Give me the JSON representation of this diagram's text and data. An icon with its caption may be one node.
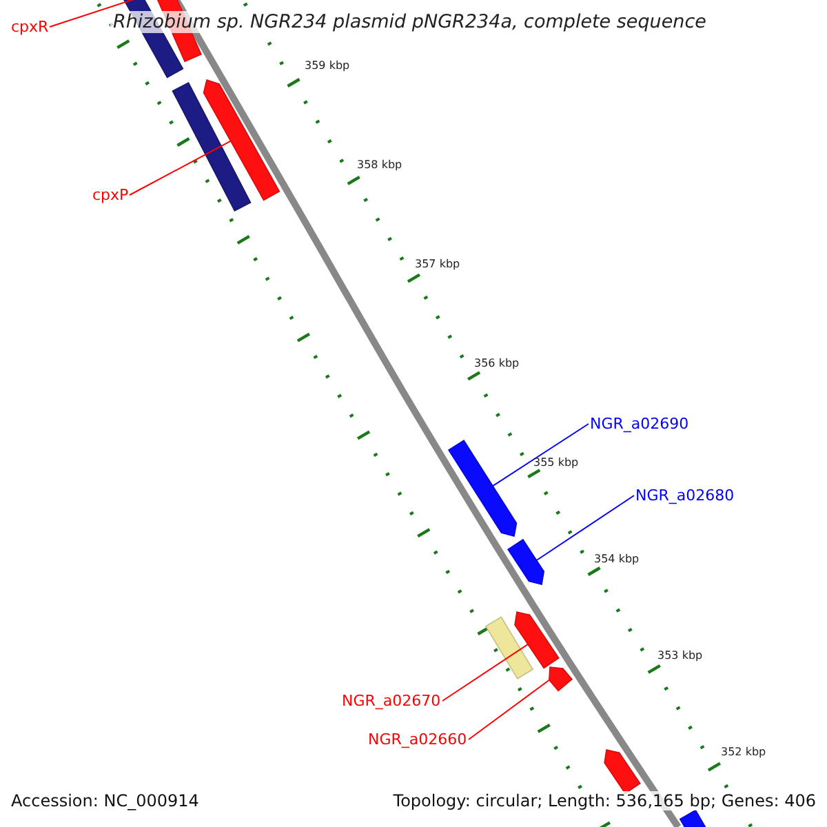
{
  "diagram": {
    "title": "Rhizobium sp. NGR234 plasmid pNGR234a, complete sequence",
    "nodes": [
      {
        "text": [
          "cpxR"
        ]
      },
      {
        "text": [],
        "shape": "bar"
      },
      {
        "text": [],
        "shape": "bar"
      },
      {
        "text": [
          "cpxP"
        ]
      },
      {
        "text": [],
        "shape": "bar"
      },
      {
        "text": [],
        "shape": "bar"
      },
      {
        "text": [
          "NGR_a02690"
        ]
      },
      {
        "text": [],
        "shape": "bar"
      },
      {
        "text": [
          "NGR_a02680"
        ]
      },
      {
        "text": [],
        "shape": "bar"
      },
      {
        "text": [],
        "shape": "bar"
      },
      {
        "text": [],
        "shape": "bar"
      },
      {
        "text": [
          "NGR_a02670"
        ]
      },
      {
        "text": [],
        "shape": "bar"
      },
      {
        "text": [
          "NGR_a02660"
        ]
      },
      {
        "text": [],
        "shape": "bar"
      },
      {
        "text": [],
        "shape": "bar"
      }
    ],
    "edges": [
      {
        "from": 0,
        "to": 2,
        "arrow": "none"
      },
      {
        "from": 3,
        "to": 5,
        "arrow": "none"
      },
      {
        "from": 6,
        "to": 7,
        "arrow": "none",
        "color": "#0000ff"
      },
      {
        "from": 8,
        "to": 9,
        "arrow": "none",
        "color": "#0000ff"
      },
      {
        "from": 12,
        "to": 10,
        "arrow": "none"
      },
      {
        "from": 14,
        "to": 13,
        "arrow": "none"
      }
    ],
    "labels": [
      "359 kbp",
      "358 kbp",
      "357 kbp",
      "356 kbp",
      "355 kbp",
      "354 kbp",
      "353 kbp",
      "352 kbp",
      "Accession: NC_000914",
      "Topology: circular; Length: 536,165 bp; Genes: 406"
    ]
  }
}
